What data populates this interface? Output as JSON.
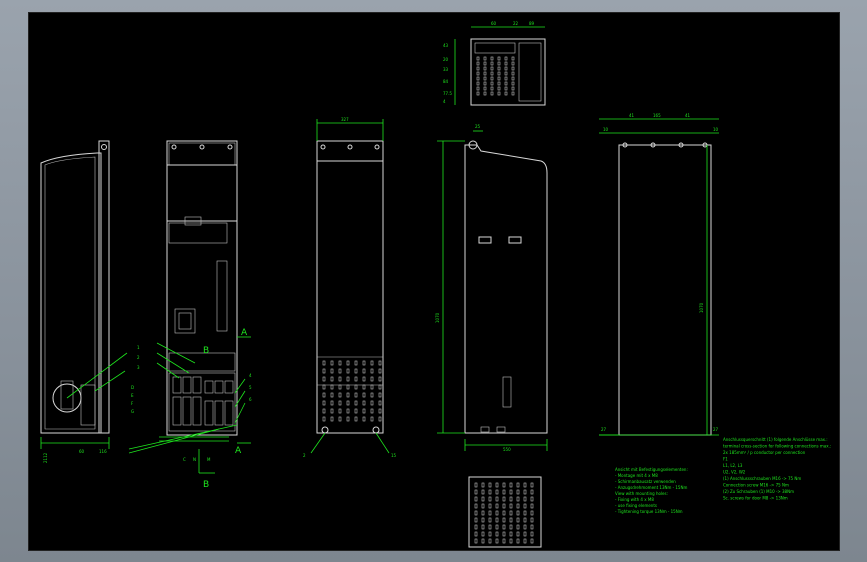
{
  "section_labels": {
    "a_top": "A",
    "a_bottom": "A",
    "b_top": "B",
    "b_bottom": "B"
  },
  "dimensions": {
    "front_width": "327",
    "side_height": "1070",
    "rear_height": "1070",
    "side_depth": "550"
  },
  "notes": {
    "left_block": [
      "Ansicht mit Befestigungselementen:",
      "- Montage mit 4 x M8",
      "- Schirmanbausatz verwenden",
      "- Anzugsdrehmoment 13Nm - 15Nm",
      "View with mounting holes:",
      "- Fixing with 4 x M8",
      "- use fixing elements",
      "- Tightening torque 13Nm - 15Nm"
    ],
    "right_block": [
      "Anschlussquerschnitt (1) folgende Anschlüsse max.:",
      "terminal cross-section for following connections max.:",
      "2x 185mm² / p conductor per connection",
      "F1",
      "L1, L2, L3",
      "U2, V2, W2",
      "(1) Anschlussschrauben M16 -> 75 Nm",
      "Connection screw M16 -> 75 Nm",
      "(2) Zu Schrauben (1) M10 -> 38Nm",
      "Sc. screws for door M8 -> 13Nm"
    ]
  },
  "colors": {
    "background": "#000000",
    "outline": "#d8d8d8",
    "dimension": "#1ee61e",
    "window_frame": "#8a939d"
  }
}
